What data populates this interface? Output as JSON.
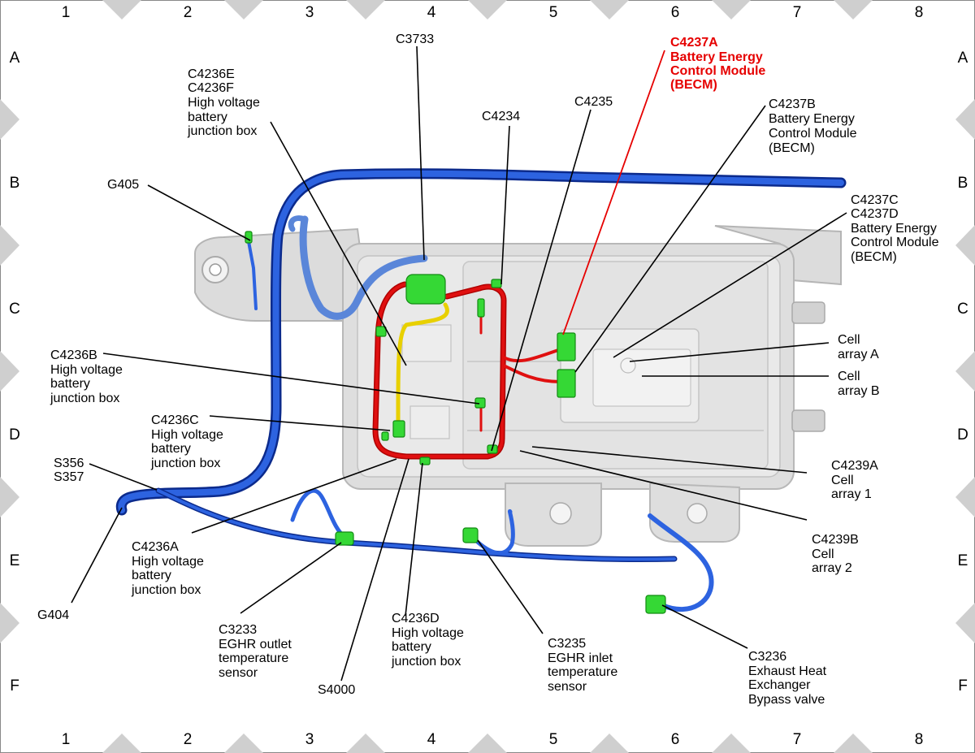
{
  "grid": {
    "columns": [
      "1",
      "2",
      "3",
      "4",
      "5",
      "6",
      "7",
      "8"
    ],
    "rows": [
      "A",
      "B",
      "C",
      "D",
      "E",
      "F"
    ]
  },
  "colors": {
    "harness_blue": "#1f4fd1",
    "hv_red": "#e01010",
    "sense_yellow": "#f0e020",
    "connector_green": "#33dd33",
    "highlight_red": "#e60000",
    "housing_gray": "#d9d9d9"
  },
  "labels": {
    "c3733": [
      "C3733"
    ],
    "c4237a": [
      "C4237A",
      "Battery Energy",
      "Control Module",
      "(BECM)"
    ],
    "c4236ef": [
      "C4236E",
      "C4236F",
      "High voltage",
      "battery",
      "junction box"
    ],
    "c4234": [
      "C4234"
    ],
    "c4235": [
      "C4235"
    ],
    "c4237b": [
      "C4237B",
      "Battery Energy",
      "Control Module",
      "(BECM)"
    ],
    "g405": [
      "G405"
    ],
    "c4237cd": [
      "C4237C",
      "C4237D",
      "Battery Energy",
      "Control Module",
      "(BECM)"
    ],
    "cell_a": [
      "Cell",
      "array A"
    ],
    "cell_b": [
      "Cell",
      "array B"
    ],
    "c4236b": [
      "C4236B",
      "High voltage",
      "battery",
      "junction box"
    ],
    "c4236c": [
      "C4236C",
      "High voltage",
      "battery",
      "junction box"
    ],
    "s356": [
      "S356",
      "S357"
    ],
    "c4239a": [
      "C4239A",
      "Cell",
      "array 1"
    ],
    "c4239b": [
      "C4239B",
      "Cell",
      "array 2"
    ],
    "c4236a": [
      "C4236A",
      "High voltage",
      "battery",
      "junction box"
    ],
    "g404": [
      "G404"
    ],
    "c3233": [
      "C3233",
      "EGHR outlet",
      "temperature",
      "sensor"
    ],
    "c4236d": [
      "C4236D",
      "High voltage",
      "battery",
      "junction box"
    ],
    "c3235": [
      "C3235",
      "EGHR inlet",
      "temperature",
      "sensor"
    ],
    "c3236": [
      "C3236",
      "Exhaust Heat",
      "Exchanger",
      "Bypass valve"
    ],
    "s4000": [
      "S4000"
    ]
  }
}
